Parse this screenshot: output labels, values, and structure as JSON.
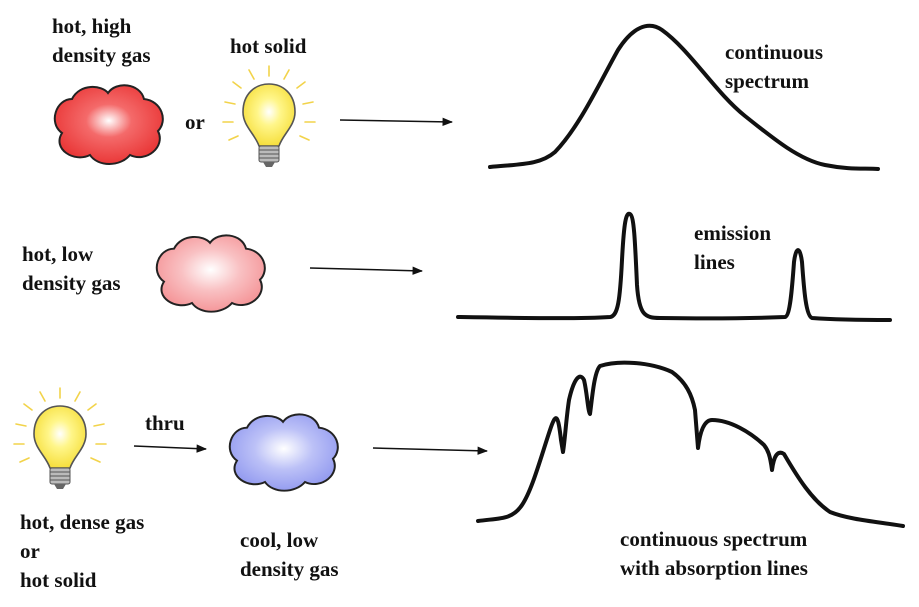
{
  "row1": {
    "source_a_label": [
      "hot, high",
      "density gas"
    ],
    "connector": "or",
    "source_b_label": "hot solid",
    "result_label": [
      "continuous",
      "spectrum"
    ]
  },
  "row2": {
    "source_label": [
      "hot, low",
      "density gas"
    ],
    "result_label": [
      "emission",
      "lines"
    ]
  },
  "row3": {
    "source_label": [
      "hot, dense gas",
      "or",
      "hot solid"
    ],
    "via": "thru",
    "filter_label": [
      "cool, low",
      "density gas"
    ],
    "result_label": [
      "continuous spectrum",
      "with absorption lines"
    ]
  },
  "colors": {
    "hot_dense_gas": "#f04848",
    "hot_low_density_gas": "#f7a8aa",
    "cool_gas": "#a8aef4",
    "bulb_glow": "#fff27a",
    "curve": "#111111"
  }
}
